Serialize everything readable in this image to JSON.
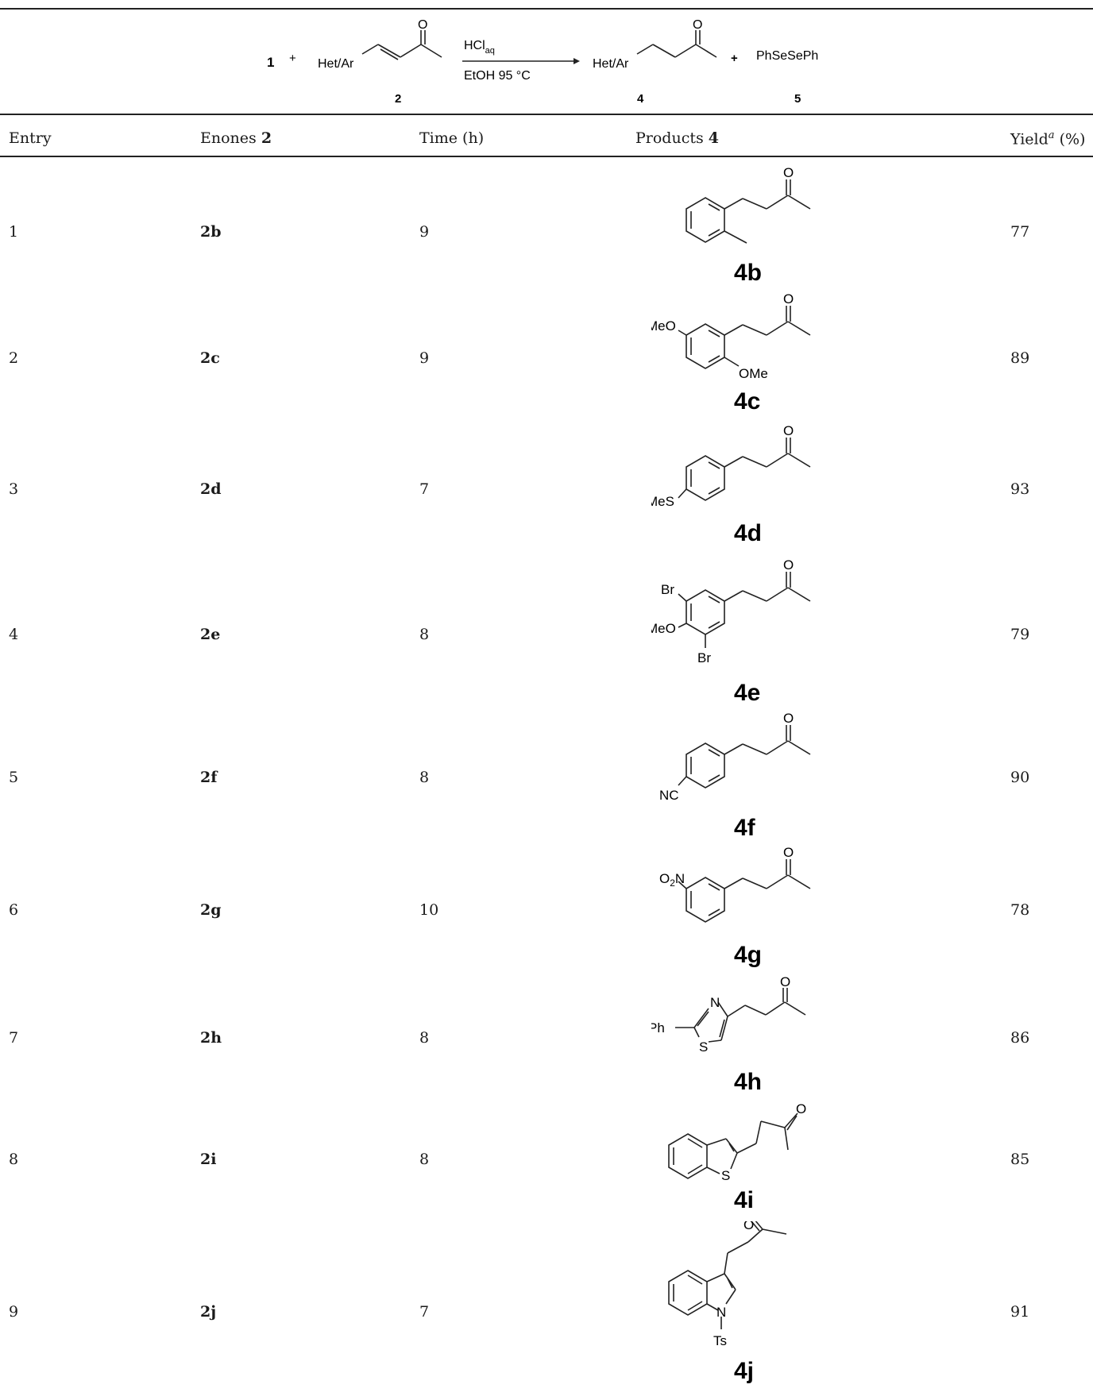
{
  "scheme": {
    "reagent1": "1",
    "plus1": "+",
    "reactant_group": "Het/Ar",
    "reactant_number": "2",
    "oxygen": "O",
    "conditions_top_main": "HCl",
    "conditions_top_sub": "aq",
    "conditions_bottom": "EtOH 95 °C",
    "product_group": "Het/Ar",
    "product_number": "4",
    "plus2": "+",
    "byproduct": "PhSeSePh",
    "byproduct_number": "5"
  },
  "table": {
    "headers": {
      "entry": "Entry",
      "enones_text": "Enones",
      "enones_num": "2",
      "time": "Time (h)",
      "products_text": "Products",
      "products_num": "4",
      "yield_text": "Yield",
      "yield_sup": "a",
      "yield_unit": "(%)"
    },
    "rows": [
      {
        "entry": "1",
        "enone": "2b",
        "time": "9",
        "product": "4b",
        "yield": "77"
      },
      {
        "entry": "2",
        "enone": "2c",
        "time": "9",
        "product": "4c",
        "yield": "89"
      },
      {
        "entry": "3",
        "enone": "2d",
        "time": "7",
        "product": "4d",
        "yield": "93"
      },
      {
        "entry": "4",
        "enone": "2e",
        "time": "8",
        "product": "4e",
        "yield": "79"
      },
      {
        "entry": "5",
        "enone": "2f",
        "time": "8",
        "product": "4f",
        "yield": "90"
      },
      {
        "entry": "6",
        "enone": "2g",
        "time": "10",
        "product": "4g",
        "yield": "78"
      },
      {
        "entry": "7",
        "enone": "2h",
        "time": "8",
        "product": "4h",
        "yield": "86"
      },
      {
        "entry": "8",
        "enone": "2i",
        "time": "8",
        "product": "4i",
        "yield": "85"
      },
      {
        "entry": "9",
        "enone": "2j",
        "time": "7",
        "product": "4j",
        "yield": "91"
      }
    ]
  },
  "atoms": {
    "o": "O",
    "meo": "MeO",
    "ome": "OMe",
    "mes": "MeS",
    "br": "Br",
    "nc": "NC",
    "o2n_main": "O",
    "o2n_sub": "2",
    "o2n_end": "N",
    "ph": "Ph",
    "n": "N",
    "s": "S",
    "ts": "Ts"
  }
}
